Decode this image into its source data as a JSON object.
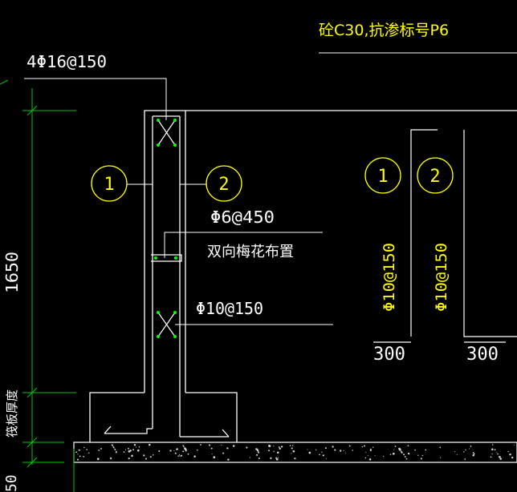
{
  "colors": {
    "background": "#000000",
    "structure": "#ffffff",
    "dimension": "#00c800",
    "annotation_yellow": "#ffff00",
    "rebar_green": "#00ff00"
  },
  "note_concrete": "砼C30,抗渗标号P6",
  "callout_top_bar": "4Φ16@150",
  "callout_tie": "Φ6@450",
  "callout_tie_note": "双向梅花布置",
  "callout_vert_bar": "Φ10@150",
  "marker_1": "1",
  "marker_2": "2",
  "detail_marker_1": "1",
  "detail_marker_2": "2",
  "detail_bar_1": "Φ10@150",
  "detail_bar_2": "Φ10@150",
  "detail_len_1": "300",
  "detail_len_2": "300",
  "dim_wall_height": "1650",
  "dim_raft_label": "筏板厚度",
  "dim_bottom": "50"
}
